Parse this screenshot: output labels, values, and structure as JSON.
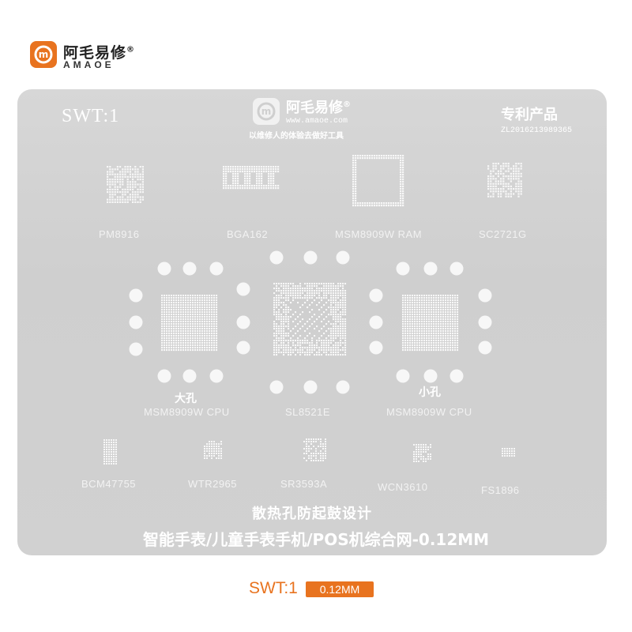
{
  "brand": {
    "name_cn": "阿毛易修",
    "registered": "®",
    "name_en": "AMAOE",
    "badge_letter": "m",
    "url": "www.amaoe.com",
    "slogan": "以维修人的体验去做好工具",
    "accent_color": "#e8731f"
  },
  "stencil": {
    "model": "SWT:1",
    "patent_label": "专利产品",
    "patent_number": "ZL2016213989365",
    "chips_top": [
      "PM8916",
      "BGA162",
      "MSM8909W RAM",
      "SC2721G"
    ],
    "chips_middle": [
      {
        "note": "大孔",
        "label": "MSM8909W CPU"
      },
      {
        "note": "",
        "label": "SL8521E"
      },
      {
        "note": "小孔",
        "label": "MSM8909W CPU"
      }
    ],
    "chips_bottom": [
      "BCM47755",
      "WTR2965",
      "SR3593A",
      "WCN3610",
      "FS1896"
    ],
    "feature_line": "散热孔防起鼓设计",
    "description_line": "智能手表/儿童手表手机/POS机综合网-0.12MM"
  },
  "caption": {
    "model": "SWT:1",
    "thickness": "0.12MM"
  }
}
